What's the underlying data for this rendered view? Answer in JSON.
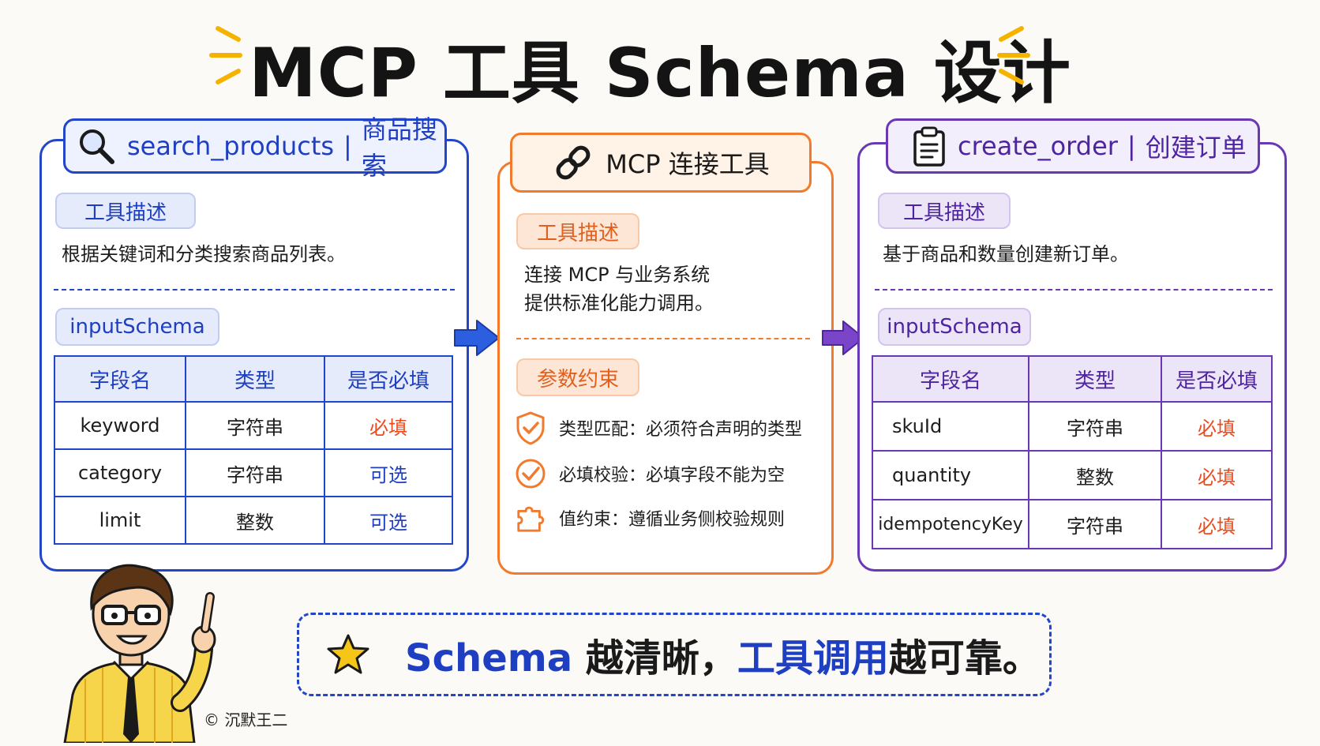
{
  "title": "MCP 工具 Schema 设计",
  "left_tool": {
    "header_name": "search_products",
    "header_sep": "|",
    "header_cn": "商品搜索",
    "desc_label": "工具描述",
    "desc": "根据关键词和分类搜索商品列表。",
    "schema_label": "inputSchema",
    "columns": [
      "字段名",
      "类型",
      "是否必填"
    ],
    "rows": [
      {
        "field": "keyword",
        "type": "字符串",
        "required": "必填"
      },
      {
        "field": "category",
        "type": "字符串",
        "required": "可选"
      },
      {
        "field": "limit",
        "type": "整数",
        "required": "可选"
      }
    ]
  },
  "middle": {
    "header": "MCP 连接工具",
    "desc_label": "工具描述",
    "desc_line1": "连接 MCP 与业务系统",
    "desc_line2": "提供标准化能力调用。",
    "constraints_label": "参数约束",
    "rules": [
      {
        "icon": "shield-check-icon",
        "text": "类型匹配：必须符合声明的类型"
      },
      {
        "icon": "circle-check-icon",
        "text": "必填校验：必填字段不能为空"
      },
      {
        "icon": "puzzle-icon",
        "text": "值约束：遵循业务侧校验规则"
      }
    ]
  },
  "right_tool": {
    "header_name": "create_order",
    "header_sep": "|",
    "header_cn": "创建订单",
    "desc_label": "工具描述",
    "desc": "基于商品和数量创建新订单。",
    "schema_label": "inputSchema",
    "columns": [
      "字段名",
      "类型",
      "是否必填"
    ],
    "rows": [
      {
        "field": "skuId",
        "type": "字符串",
        "required": "必填"
      },
      {
        "field": "quantity",
        "type": "整数",
        "required": "必填"
      },
      {
        "field": "idempotencyKey",
        "type": "字符串",
        "required": "必填"
      }
    ]
  },
  "callout": {
    "part1": "Schema",
    "part2": " 越清晰，",
    "part3": "工具调用",
    "part4": "越可靠。"
  },
  "copyright": "© 沉默王二",
  "colors": {
    "blue": "#2346c8",
    "orange": "#f27a2c",
    "purple": "#6a38b5",
    "required_red": "#ec4a1c",
    "star_yellow": "#f5c518"
  }
}
